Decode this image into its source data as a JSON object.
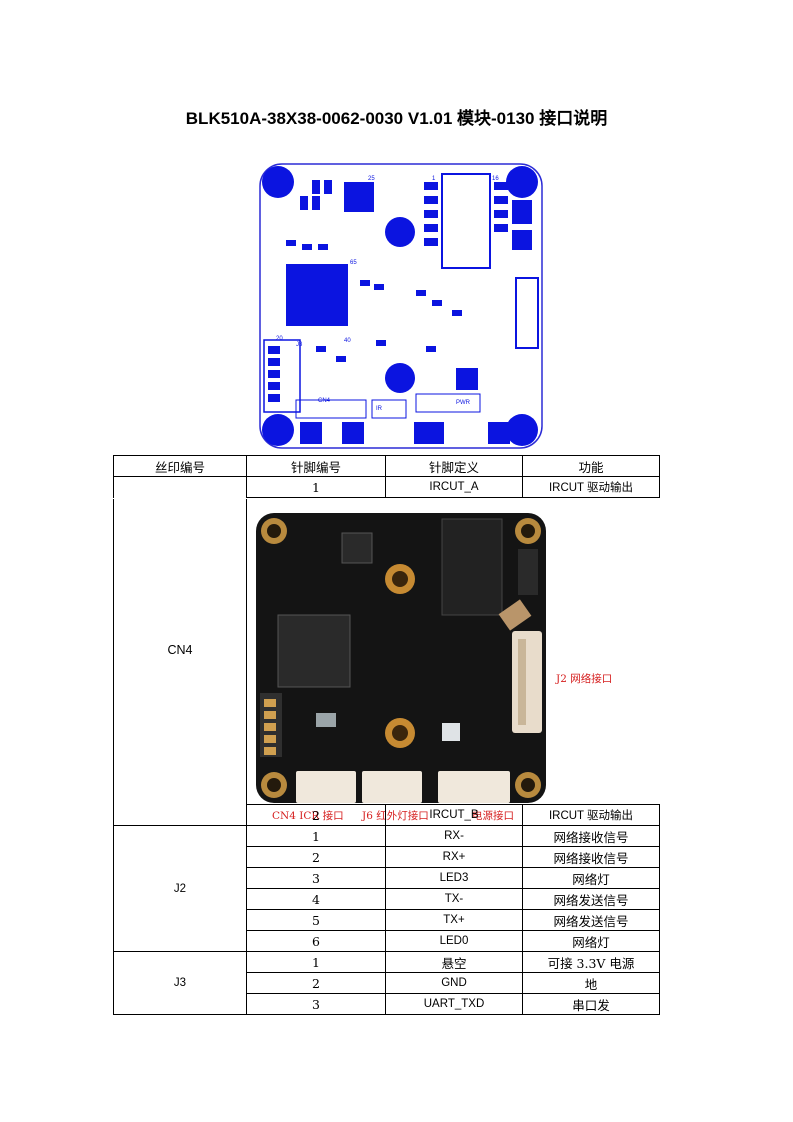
{
  "title": "BLK510A-38X38-0062-0030 V1.01 模块-0130 接口说明",
  "table_header": [
    "丝印编号",
    "针脚编号",
    "针脚定义",
    "功能"
  ],
  "row_cn4_1": {
    "pin": "1",
    "def": "IRCUT_A",
    "func": "IRCUT 驱动输出"
  },
  "cn4_label": "CN4",
  "photo_labels": {
    "j2": "J2 网络接口",
    "cn4": "CN4 ICR 接口",
    "j6": "J6 红外灯接口",
    "power": "电源接口"
  },
  "row_cn4_2": {
    "pin": "2",
    "def": "IRCUT_B",
    "func": "IRCUT 驱动输出"
  },
  "j2": {
    "label": "J2",
    "rows": [
      {
        "pin": "1",
        "def": "RX-",
        "func": "网络接收信号"
      },
      {
        "pin": "2",
        "def": "RX+",
        "func": "网络接收信号"
      },
      {
        "pin": "3",
        "def": "LED3",
        "func": "网络灯"
      },
      {
        "pin": "4",
        "def": "TX-",
        "func": "网络发送信号"
      },
      {
        "pin": "5",
        "def": "TX+",
        "func": "网络发送信号"
      },
      {
        "pin": "6",
        "def": "LED0",
        "func": "网络灯"
      }
    ]
  },
  "j3": {
    "label": "J3",
    "rows": [
      {
        "pin": "1",
        "def": "悬空",
        "func": "可接 3.3V 电源"
      },
      {
        "pin": "2",
        "def": "GND",
        "func": "地"
      },
      {
        "pin": "3",
        "def": "UART_TXD",
        "func": "串口发"
      }
    ]
  },
  "diagram_labels": {
    "j3": "J3",
    "cn4": "CN4",
    "ir": "IR",
    "pwr": "PWR",
    "n25": "25",
    "n1": "1",
    "n16": "16",
    "n40": "40",
    "n20": "20",
    "n65": "65"
  }
}
